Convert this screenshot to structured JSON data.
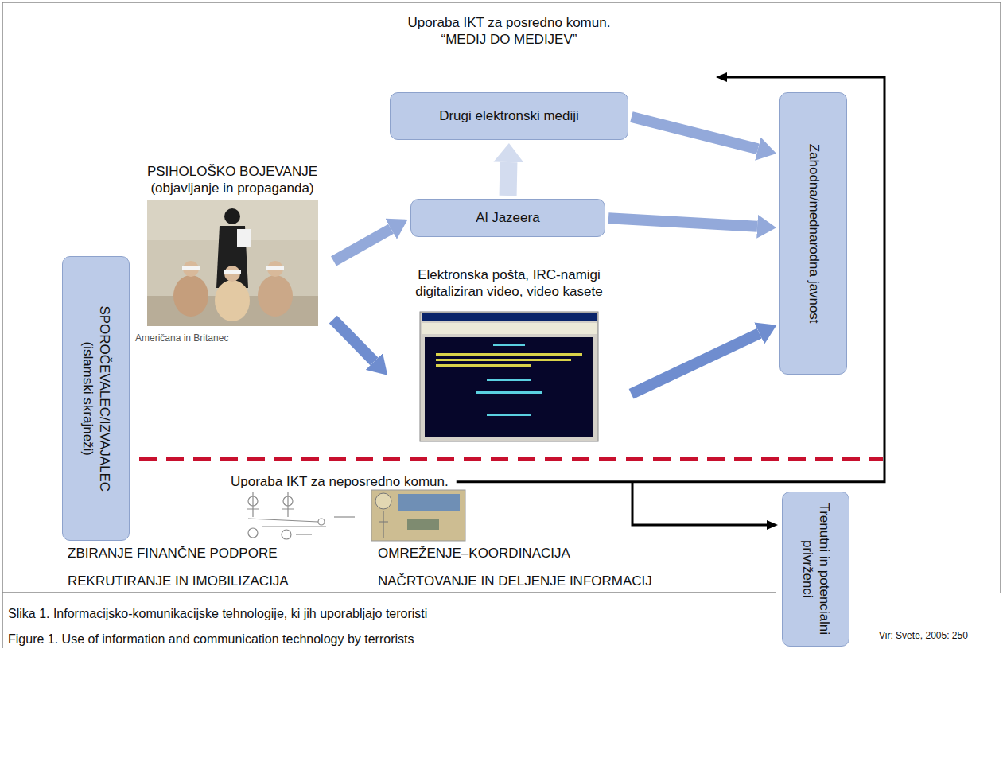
{
  "diagram": {
    "caption": "Slika 1. Informacijsko-komunikacijske tehnologije, ki jih uporabljajo teroristi",
    "nodes": [
      {
        "text": [
          "SPOROČEVALEC/IZVAJALEC (islamski skrajneži)"
        ]
      },
      {
        "text": [
          "Drugi elektronski mediji"
        ]
      },
      {
        "text": [
          "Al Jazeera"
        ]
      },
      {
        "text": [
          "Zahodna/mednarodna javnost"
        ]
      },
      {
        "text": [
          "Trenutni in potencialni privrženci"
        ]
      },
      {
        "text": [
          "PSIHOLOŠKO BOJEVANJE (objavljanje in propaganda)",
          "Američana in Britanec"
        ]
      },
      {
        "text": [
          "Elektronska pošta, IRC-namigi digitaliziran video, video kasete"
        ]
      }
    ],
    "edges": [
      {
        "from": 5,
        "to": 2,
        "arrow": "to"
      },
      {
        "from": 5,
        "to": 6,
        "arrow": "to"
      },
      {
        "from": 2,
        "to": 1,
        "arrow": "to"
      },
      {
        "from": 1,
        "to": 3,
        "arrow": "to"
      },
      {
        "from": 2,
        "to": 3,
        "arrow": "to"
      },
      {
        "from": 6,
        "to": 3,
        "arrow": "to"
      }
    ],
    "labels": [
      "Uporaba IKT za posredno komun. “MEDIJ DO MEDIJEV”",
      "Uporaba IKT za neposredno komun.",
      "ZBIRANJE FINANČNE PODPORE",
      "OMREŽENJE–KOORDINACIJA",
      "REKRUTIRANJE IN IMOBILIZACIJA",
      "NAČRTOVANJE IN DELJENJE INFORMACIJ",
      "Vir: Svete, 2005: 250",
      "Figure 1. Use of information and communication technology by terrorists"
    ]
  }
}
